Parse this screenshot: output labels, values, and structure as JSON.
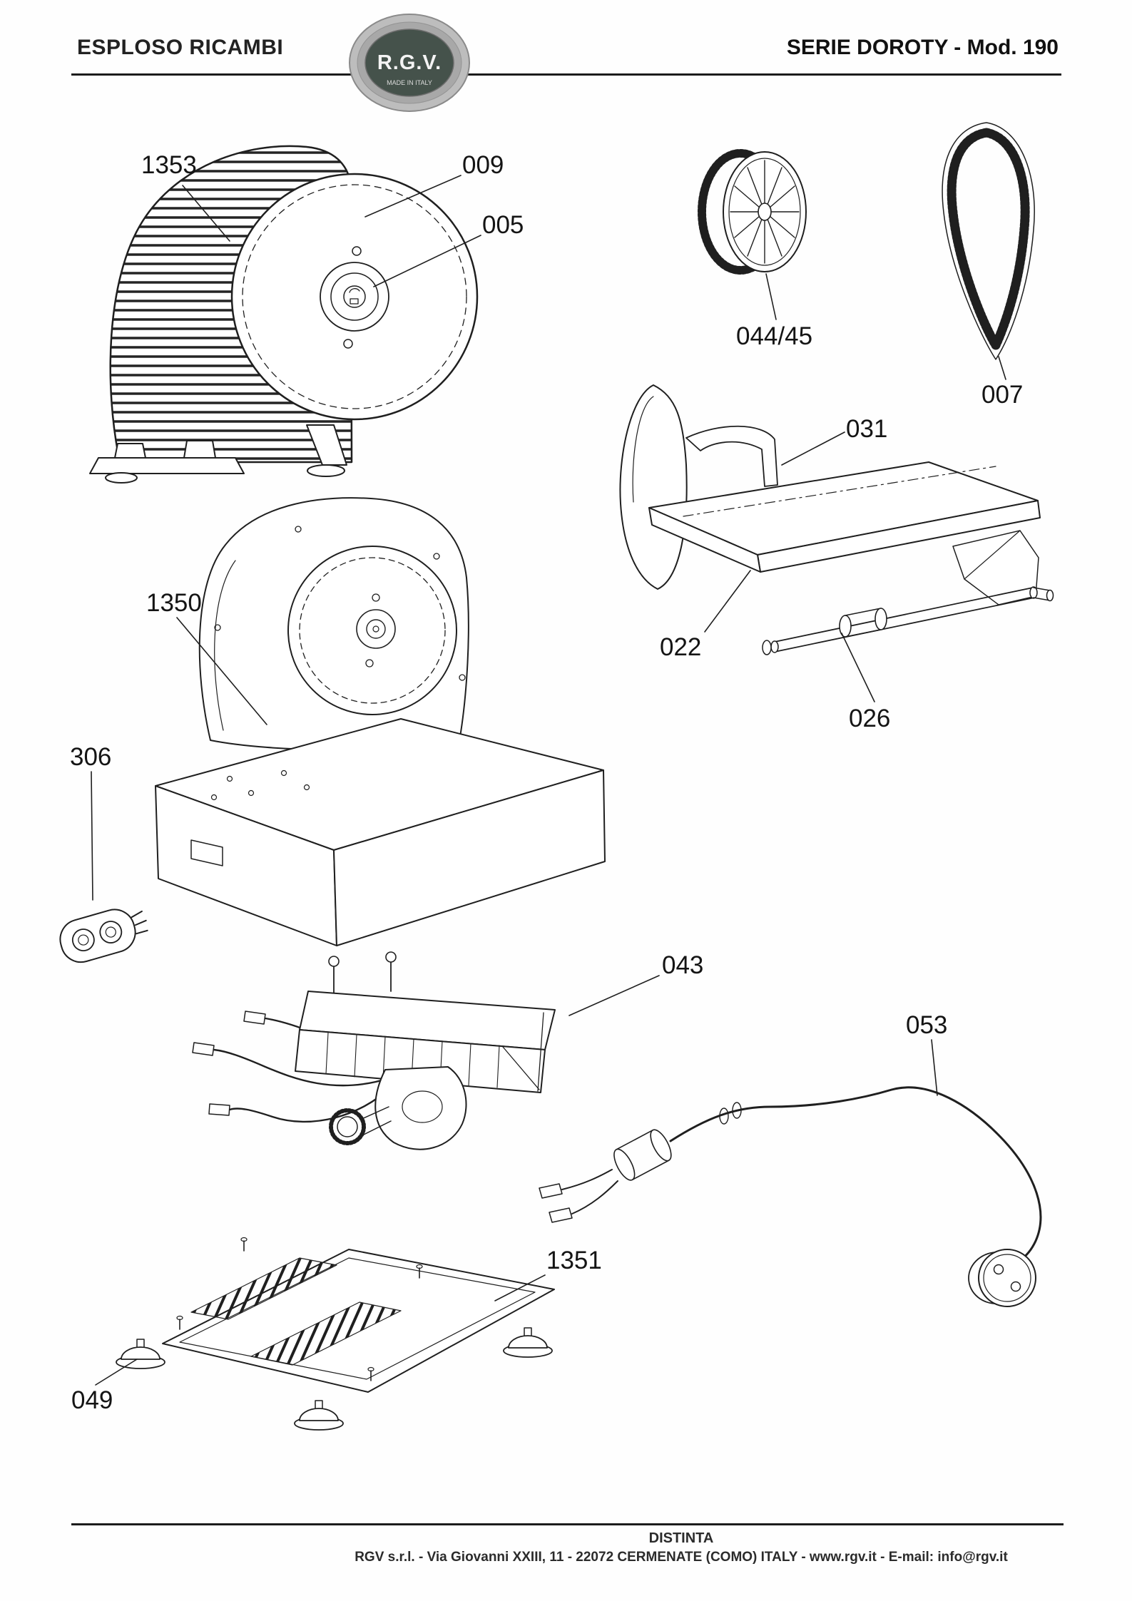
{
  "header": {
    "left_title": "ESPLOSO RICAMBI",
    "right_title": "SERIE DOROTY - Mod. 190",
    "logo": {
      "text": "R.G.V.",
      "subtext": "MADE IN ITALY"
    }
  },
  "footer": {
    "title": "DISTINTA",
    "address": "RGV s.r.l. - Via Giovanni XXIII, 11 - 22072 CERMENATE (COMO) ITALY - www.rgv.it - E-mail: info@rgv.it"
  },
  "colors": {
    "logo_ring": "#bdbdbd",
    "logo_inner": "#45524b"
  },
  "parts": [
    "1353",
    "009",
    "005",
    "044/45",
    "007",
    "031",
    "022",
    "026",
    "1350",
    "306",
    "043",
    "053",
    "1351",
    "049"
  ]
}
